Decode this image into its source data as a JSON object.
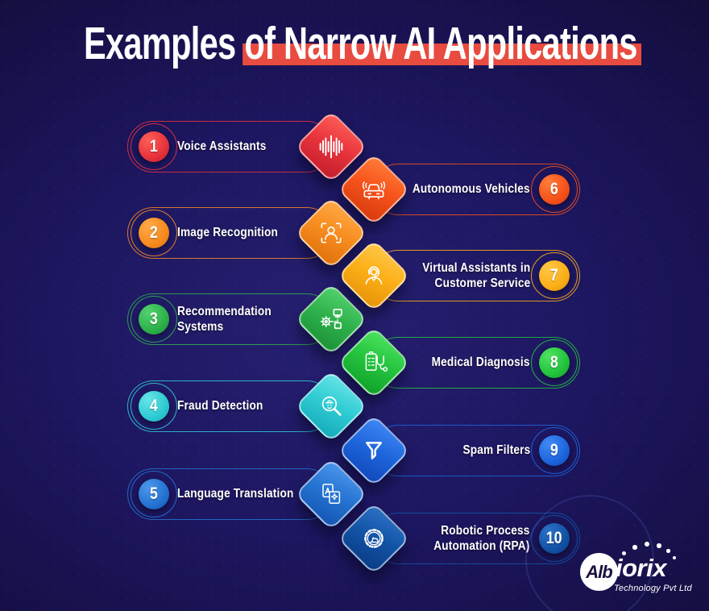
{
  "title": {
    "prefix": "Examples",
    "highlight": "of Narrow AI Applications",
    "highlight_color": "#e84b3f"
  },
  "items": [
    {
      "num": "1",
      "label": "Voice Assistants",
      "side": "left",
      "icon": "voice-wave-icon",
      "colors": {
        "main": "#e8333c",
        "light": "#ff5f56",
        "dark": "#c11e2b"
      }
    },
    {
      "num": "6",
      "label": "Autonomous Vehicles",
      "side": "right",
      "icon": "autonomous-car-icon",
      "colors": {
        "main": "#f6521b",
        "light": "#ff7d38",
        "dark": "#d63a0d"
      }
    },
    {
      "num": "2",
      "label": "Image Recognition",
      "side": "left",
      "icon": "face-recognition-icon",
      "colors": {
        "main": "#f78c1f",
        "light": "#ffa947",
        "dark": "#df720c"
      }
    },
    {
      "num": "7",
      "label": "Virtual Assistants in\nCustomer Service",
      "side": "right",
      "icon": "customer-support-icon",
      "colors": {
        "main": "#fbaf17",
        "light": "#ffc84a",
        "dark": "#e69208"
      }
    },
    {
      "num": "3",
      "label": "Recommendation\nSystems",
      "side": "left",
      "icon": "recommendation-network-icon",
      "colors": {
        "main": "#2eb14c",
        "light": "#53d26e",
        "dark": "#1c9136"
      }
    },
    {
      "num": "8",
      "label": "Medical Diagnosis",
      "side": "right",
      "icon": "medical-diagnosis-icon",
      "colors": {
        "main": "#24c43e",
        "light": "#4de361",
        "dark": "#10a02a"
      }
    },
    {
      "num": "4",
      "label": "Fraud Detection",
      "side": "left",
      "icon": "fraud-detection-icon",
      "colors": {
        "main": "#2fccd3",
        "light": "#67e4e7",
        "dark": "#16a9bc"
      }
    },
    {
      "num": "9",
      "label": "Spam Filters",
      "side": "right",
      "icon": "spam-filter-icon",
      "colors": {
        "main": "#1e66dd",
        "light": "#4189f4",
        "dark": "#1147ba"
      }
    },
    {
      "num": "5",
      "label": "Language Translation",
      "side": "left",
      "icon": "language-translation-icon",
      "colors": {
        "main": "#2574d2",
        "light": "#4d97ec",
        "dark": "#1455b2"
      }
    },
    {
      "num": "10",
      "label": "Robotic Process\nAutomation (RPA)",
      "side": "right",
      "icon": "rpa-gear-icon",
      "colors": {
        "main": "#1253a6",
        "light": "#2d72c6",
        "dark": "#0a3b83"
      }
    }
  ],
  "background": {
    "center": "#262071",
    "edge": "#0f0a28"
  },
  "logo": {
    "circle_text": "Alb",
    "name_rest": "iorix",
    "tagline": "Technology Pvt Ltd"
  }
}
